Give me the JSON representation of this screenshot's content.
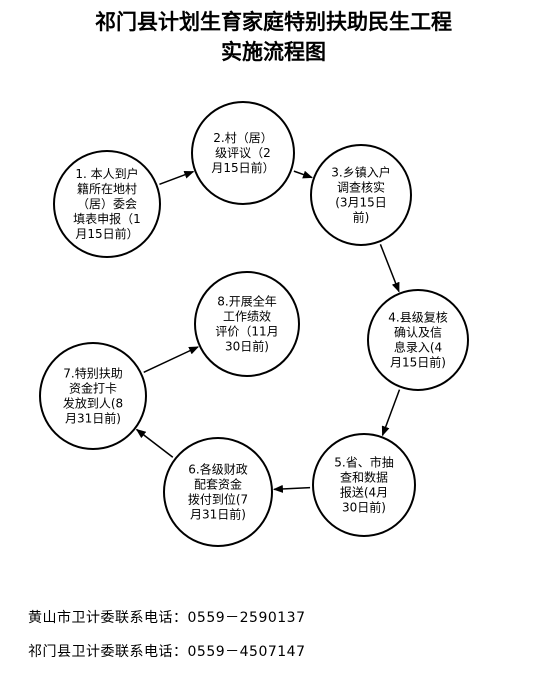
{
  "title": {
    "line1": "祁门县计划生育家庭特别扶助民生工程",
    "line2": "实施流程图"
  },
  "steps": [
    {
      "lines": [
        "1. 本人到户",
        "籍所在地村",
        "（居）委会",
        "填表申报（1",
        "月15日前）"
      ]
    },
    {
      "lines": [
        "2.村（居）",
        "级评议（2",
        "月15日前）"
      ]
    },
    {
      "lines": [
        "3.乡镇入户",
        "调查核实",
        "(3月15日",
        "前)"
      ]
    },
    {
      "lines": [
        "4.县级复核",
        "确认及信",
        "息录入(4",
        "月15日前)"
      ]
    },
    {
      "lines": [
        "5.省、市抽",
        "查和数据",
        "报送(4月",
        "30日前)"
      ]
    },
    {
      "lines": [
        "6.各级财政",
        "配套资金",
        "拨付到位(7",
        "月31日前)"
      ]
    },
    {
      "lines": [
        "7.特别扶助",
        "资金打卡",
        "发放到人(8",
        "月31日前)"
      ]
    },
    {
      "lines": [
        "8.开展全年",
        "工作绩效",
        "评价（11月",
        "30日前)"
      ]
    }
  ],
  "contacts": [
    {
      "label": "黄山市卫计委联系电话：",
      "phone": "0559－2590137"
    },
    {
      "label": "祁门县卫计委联系电话：",
      "phone": "0559－4507147"
    }
  ]
}
